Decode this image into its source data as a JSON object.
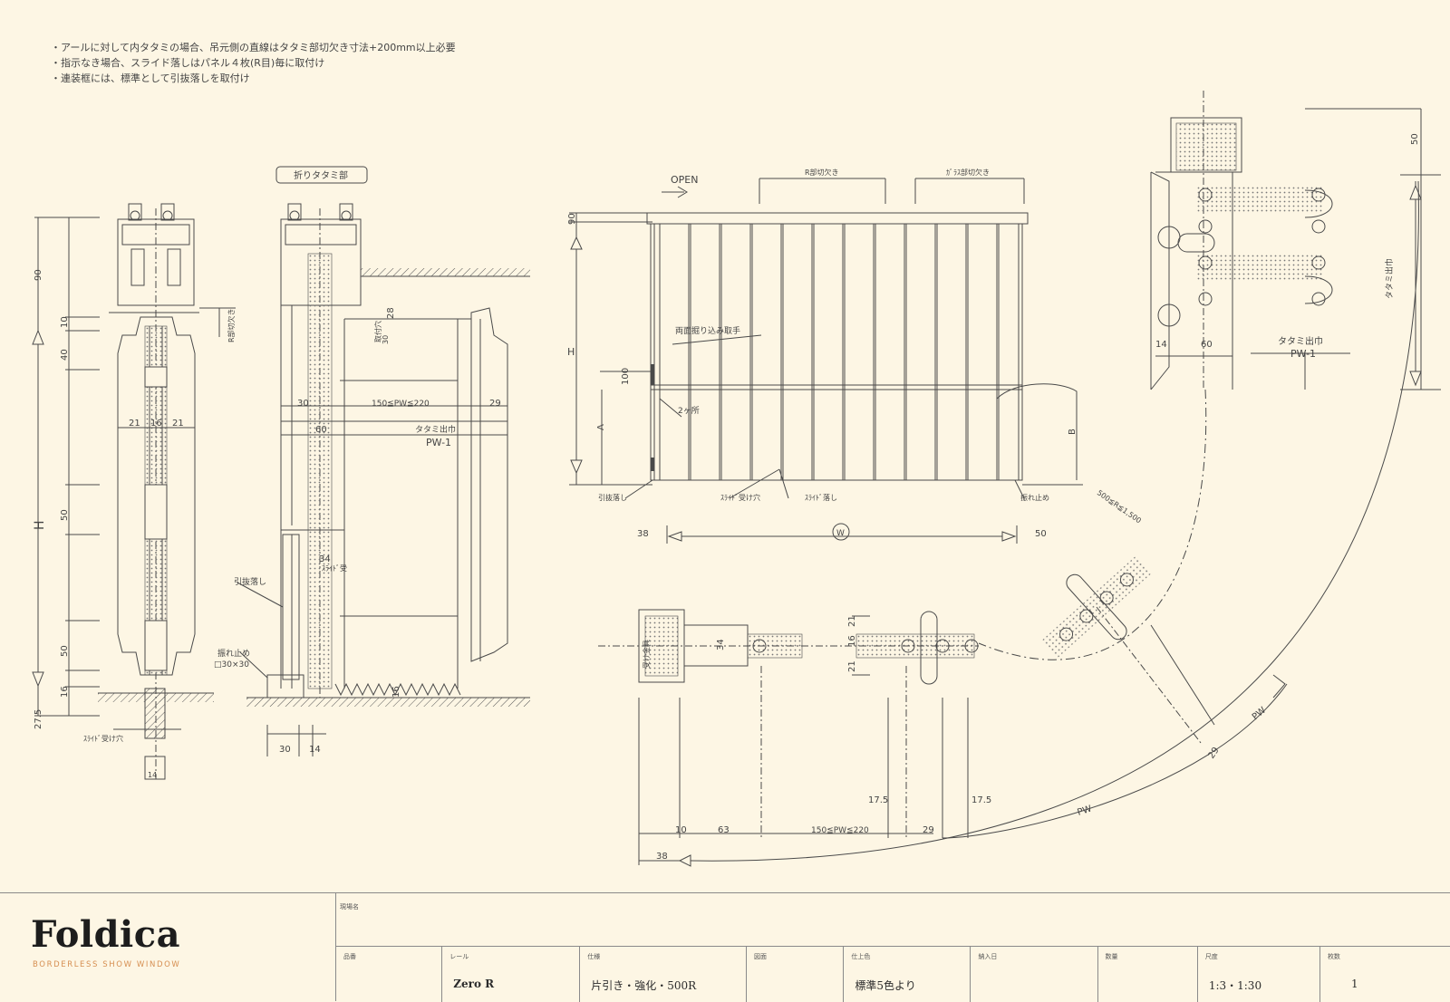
{
  "notes": [
    "・アールに対して内タタミの場合、吊元側の直線はタタミ部切欠き寸法+200mm以上必要",
    "・指示なき場合、スライド落しはパネル４枚(R目)毎に取付け",
    "・連装框には、標準として引抜落しを取付け"
  ],
  "section1": {
    "dims": [
      "90",
      "10",
      "40",
      "H",
      "50",
      "50",
      "16",
      "27.5",
      "21",
      "16",
      "21",
      "14"
    ],
    "labels": [
      "R部切欠き",
      "ｽﾗｲﾄﾞ受け穴"
    ]
  },
  "section2": {
    "header": "折りタタミ部",
    "dims": [
      "28",
      "30",
      "60",
      "29",
      "34",
      "16",
      "30",
      "14",
      "30"
    ],
    "labels": [
      "取付穴",
      "150≦PW≦220",
      "タタミ出巾",
      "PW-1",
      "引抜落し",
      "振れ止め",
      "□30×30",
      "ｽﾗｲﾄﾞ受"
    ]
  },
  "elevation": {
    "open": "OPEN",
    "dims": [
      "90",
      "H",
      "100",
      "A",
      "B",
      "W",
      "38",
      "50"
    ],
    "labels": [
      "R部切欠き",
      "ｶﾞﾗｽ部切欠き",
      "両面掘り込み取手",
      "2ヶ所",
      "引抜落し",
      "ｽﾗｲﾄﾞ受け穴",
      "ｽﾗｲﾄﾞ落し",
      "振れ止め"
    ]
  },
  "plan": {
    "dims": [
      "50",
      "14",
      "60",
      "21",
      "16",
      "21",
      "34",
      "17.5",
      "17.5",
      "10",
      "63",
      "29",
      "38",
      "29"
    ],
    "labels": [
      "タタミ出巾",
      "タタミ出巾",
      "PW-1",
      "150≦PW≦220",
      "500≦R≦1,500",
      "PW",
      "PW",
      "受け金具"
    ]
  },
  "brand": {
    "logo": "Foldica",
    "tagline": "BORDERLESS SHOW WINDOW"
  },
  "titleblock": {
    "name_label": "現場名",
    "cells": [
      {
        "label": "品番",
        "value": ""
      },
      {
        "label": "レール",
        "value": "Zero R"
      },
      {
        "label": "仕様",
        "value": "片引き・強化・500R"
      },
      {
        "label": "図面",
        "value": ""
      },
      {
        "label": "仕上色",
        "value": "標準5色より"
      },
      {
        "label": "納入日",
        "value": ""
      },
      {
        "label": "数量",
        "value": ""
      },
      {
        "label": "尺度",
        "value": "1:3・1:30"
      },
      {
        "label": "枚数",
        "value": "1"
      }
    ]
  },
  "colors": {
    "background": "#fdf6e4",
    "line": "#4a4a4a",
    "accent": "#d68f52",
    "logo": "#1d1d1d"
  }
}
